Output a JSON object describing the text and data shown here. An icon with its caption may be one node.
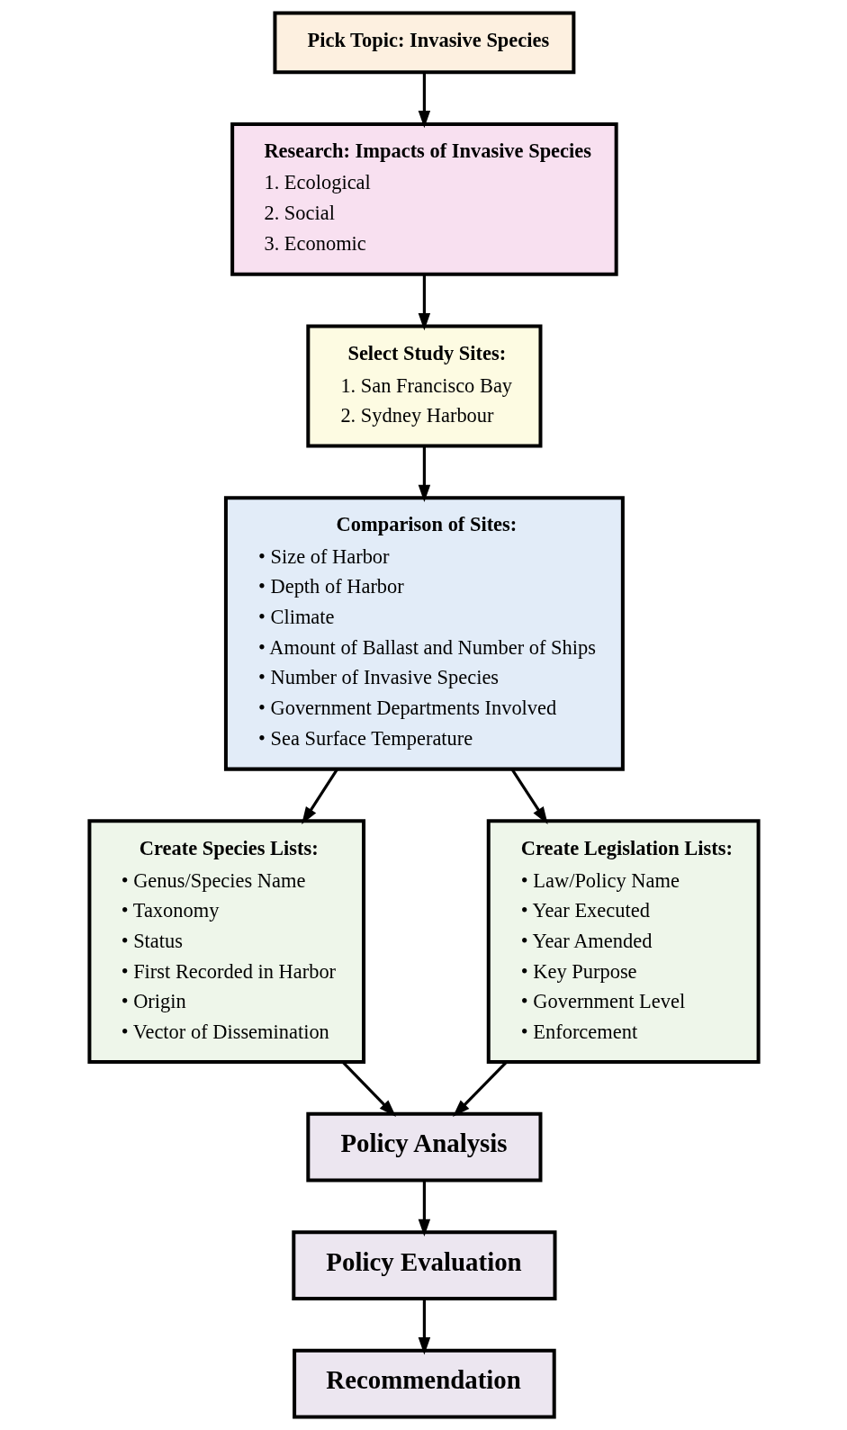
{
  "diagram": {
    "nodes": [
      {
        "text": [
          "Pick Topic: Invasive Species"
        ]
      },
      {
        "text": [
          "Research: Impacts of Invasive Species",
          "1. Ecological",
          "2. Social",
          "3. Economic"
        ]
      },
      {
        "text": [
          "Select Study Sites:",
          "1. San Francisco Bay",
          "2. Sydney Harbour"
        ]
      },
      {
        "text": [
          "Comparison of Sites:",
          "• Size of Harbor",
          "• Depth of Harbor",
          "• Climate",
          "• Amount of Ballast and Number of Ships",
          "• Number of Invasive Species",
          "• Government Departments Involved",
          "• Sea Surface Temperature"
        ]
      },
      {
        "text": [
          "Create Species Lists:",
          "• Genus/Species Name",
          "• Taxonomy",
          "• Status",
          "• First Recorded in Harbor",
          "• Origin",
          "• Vector of Dissemination"
        ]
      },
      {
        "text": [
          "Create Legislation Lists:",
          "• Law/Policy Name",
          "• Year Executed",
          "• Year Amended",
          "• Key Purpose",
          "• Government Level",
          "• Enforcement"
        ]
      },
      {
        "text": [
          "Policy Analysis"
        ]
      },
      {
        "text": [
          "Policy Evaluation"
        ]
      },
      {
        "text": [
          "Recommendation"
        ]
      }
    ],
    "edges": [
      {
        "from": 0,
        "to": 1,
        "arrow": "to"
      },
      {
        "from": 1,
        "to": 2,
        "arrow": "to"
      },
      {
        "from": 2,
        "to": 3,
        "arrow": "to"
      },
      {
        "from": 3,
        "to": 4,
        "arrow": "to"
      },
      {
        "from": 3,
        "to": 5,
        "arrow": "to"
      },
      {
        "from": 4,
        "to": 6,
        "arrow": "to"
      },
      {
        "from": 5,
        "to": 6,
        "arrow": "to"
      },
      {
        "from": 6,
        "to": 7,
        "arrow": "to"
      },
      {
        "from": 7,
        "to": 8,
        "arrow": "to"
      }
    ]
  }
}
